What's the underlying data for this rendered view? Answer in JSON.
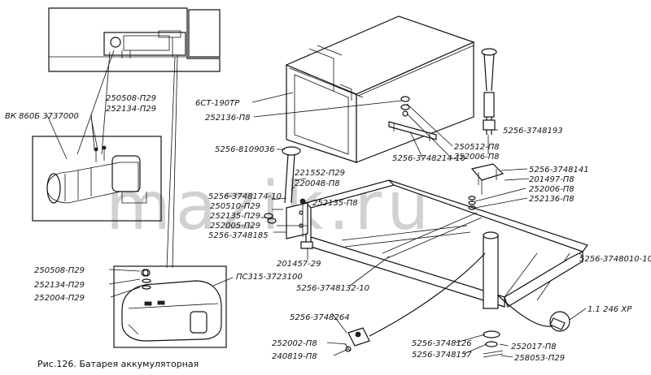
{
  "watermark": "mazik.ru",
  "caption": "Рис.126. Батарея аккумуляторная",
  "labels": {
    "vk": "ВК 860Б 3737000",
    "p250508a": "250508-П29",
    "p252134a": "252134-П29",
    "battery": "6СТ-190ТР",
    "p252136a": "252136-П8",
    "p5256_8109036": "5256-8109036",
    "p5256_3748214": "5256-3748214-10",
    "p250512": "250512-П8",
    "p252006a": "252006-П8",
    "p5256_3748193": "5256-3748193",
    "p5256_3748141": "5256-3748141",
    "p201497": "201497-П8",
    "p252006b": "252006-П8",
    "p252136b": "252136-П8",
    "p221552": "221552-П29",
    "p220048": "220048-П8",
    "p5256_3748174": "5256-3748174-10",
    "p250510": "250510-П29",
    "p252135a": "252135-П29",
    "p252005": "252005-П29",
    "p252135b": "252135-П8",
    "p5256_3748185": "5256-3748185",
    "p201457": "201457-29",
    "p5256_3748010": "5256-3748010-10",
    "p250508b": "250508-П29",
    "p252134b": "252134-П29",
    "p252004": "252004-П29",
    "ps315": "ПС315-3723100",
    "p5256_3748132": "5256-3748132-10",
    "p5256_3748264": "5256-3748264",
    "p252002": "252002-П8",
    "p240819": "240819-П8",
    "p5256_3748126": "5256-3748126",
    "p5256_3748157": "5256-3748157",
    "p252017": "252017-П8",
    "p258053": "258053-П29",
    "xp": "1.1 246 ХР"
  }
}
